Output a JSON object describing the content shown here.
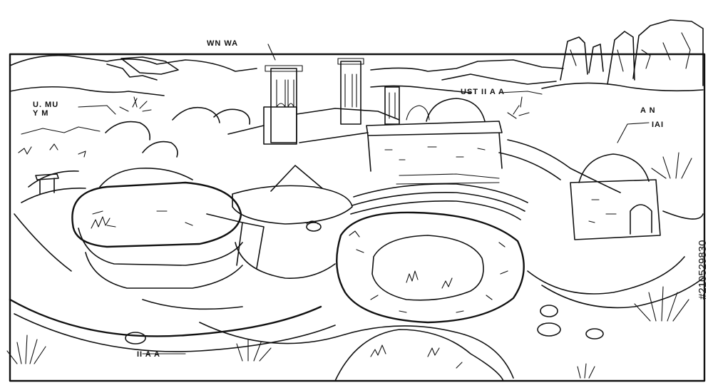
{
  "labels": {
    "top_center": "WN WA",
    "top_right": "UST II A A",
    "left_line1": "U. MU",
    "left_line2": "Y M",
    "right_line1": "A N",
    "right_line2": "IAI",
    "bottom_left": "II A A"
  },
  "watermark": "#210529830",
  "colors": {
    "ink": "#111111",
    "paper": "#ffffff"
  }
}
